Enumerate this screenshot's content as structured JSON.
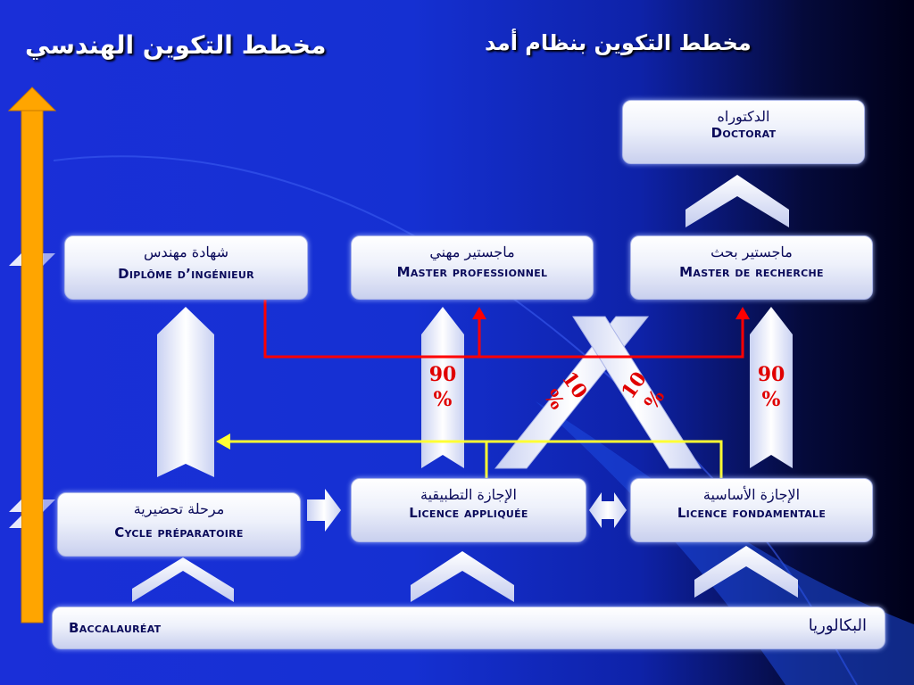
{
  "titles": {
    "engineering": "مخطط التكوين الهندسي",
    "lmd": "مخطط التكوين بنظام أمد"
  },
  "boxes": {
    "doctorat": {
      "ar": "الدكتوراه",
      "fr": "Doctorat"
    },
    "diplome_ingenieur": {
      "ar": "شهادة مهندس",
      "fr": "Diplôme d’ingénieur"
    },
    "master_pro": {
      "ar": "ماجستير مهني",
      "fr": "Master professionnel"
    },
    "master_recherche": {
      "ar": "ماجستير بحث",
      "fr": "Master de recherche"
    },
    "cycle_prep": {
      "ar": "مرحلة تحضيرية",
      "fr": "Cycle préparatoire"
    },
    "licence_appliquee": {
      "ar": "الإجازة التطبيقية",
      "fr": "Licence appliquée"
    },
    "licence_fondamentale": {
      "ar": "الإجازة الأساسية",
      "fr": "Licence fondamentale"
    },
    "bac": {
      "fr": "Baccalauréat",
      "ar": "البكالوريا"
    }
  },
  "percentages": {
    "left_90": "90 %",
    "cross_left_10": "10 %",
    "cross_right_10": "10 %",
    "right_90": "90 %"
  },
  "colors": {
    "timeline": "#ffa500",
    "red_connector": "#ff0000",
    "yellow_connector": "#ffff33"
  }
}
